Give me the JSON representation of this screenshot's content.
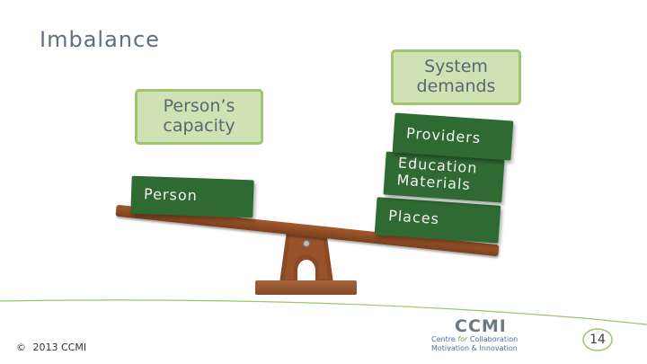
{
  "slide": {
    "title": "Imbalance",
    "capacity_box": "Person’s capacity",
    "demands_box": "System demands",
    "left_blocks": [
      "Person"
    ],
    "right_blocks": [
      "Providers",
      "Education Materials",
      "Places"
    ],
    "copyright_symbol": "©",
    "copyright_text": "2013 CCMI",
    "logo": {
      "name": "CCMI",
      "line1_pre": "Centre",
      "line1_for": "for",
      "line1_post": "Collaboration",
      "line2": "Motivation & Innovation"
    },
    "page_number": "14"
  },
  "colors": {
    "box_fill": "#cfe2b4",
    "box_border": "#9ec46e",
    "block_green": "#2f6a33",
    "wood": "#a55a2c",
    "footer_curve": "#9ec46e"
  }
}
